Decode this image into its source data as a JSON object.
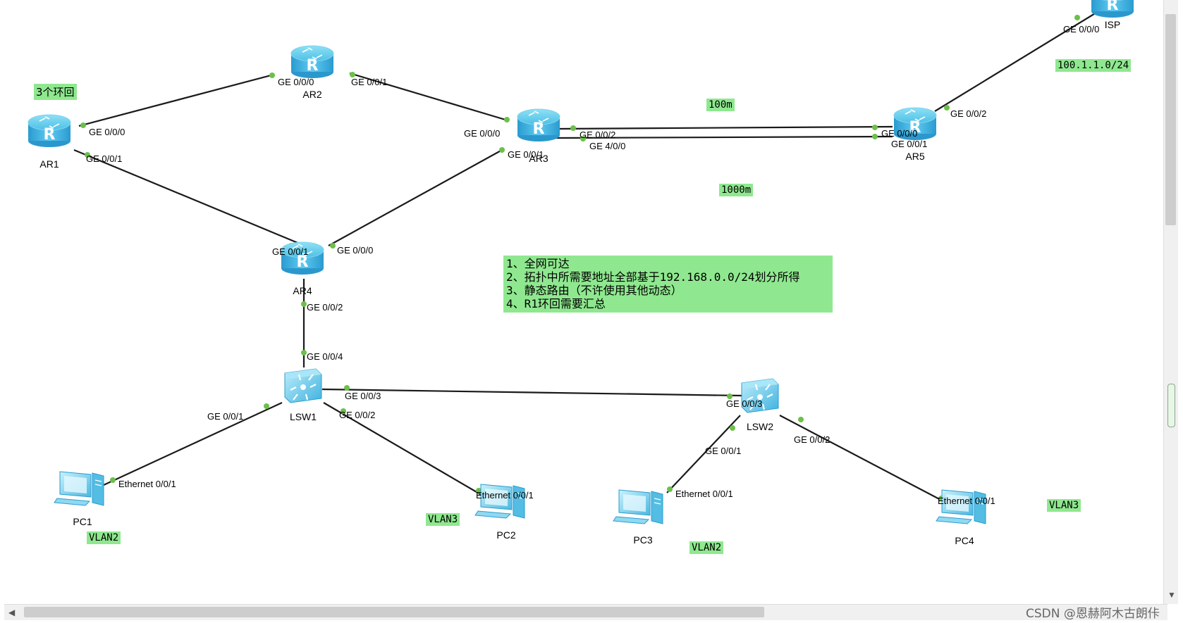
{
  "devices": [
    {
      "id": "ar1",
      "label": "AR1",
      "type": "router"
    },
    {
      "id": "ar2",
      "label": "AR2",
      "type": "router"
    },
    {
      "id": "ar3",
      "label": "AR3",
      "type": "router"
    },
    {
      "id": "ar4",
      "label": "AR4",
      "type": "router"
    },
    {
      "id": "ar5",
      "label": "AR5",
      "type": "router"
    },
    {
      "id": "isp",
      "label": "ISP",
      "type": "router"
    },
    {
      "id": "lsw1",
      "label": "LSW1",
      "type": "switch"
    },
    {
      "id": "lsw2",
      "label": "LSW2",
      "type": "switch"
    },
    {
      "id": "pc1",
      "label": "PC1",
      "type": "pc"
    },
    {
      "id": "pc2",
      "label": "PC2",
      "type": "pc"
    },
    {
      "id": "pc3",
      "label": "PC3",
      "type": "pc"
    },
    {
      "id": "pc4",
      "label": "PC4",
      "type": "pc"
    }
  ],
  "links": [
    {
      "a": "ar1",
      "a_port": "GE 0/0/0",
      "b": "ar2",
      "b_port": "GE 0/0/0"
    },
    {
      "a": "ar2",
      "a_port": "GE 0/0/1",
      "b": "ar3",
      "b_port": "GE 0/0/0"
    },
    {
      "a": "ar1",
      "a_port": "GE 0/0/1",
      "b": "ar4",
      "b_port": "GE 0/0/1"
    },
    {
      "a": "ar4",
      "a_port": "GE 0/0/0",
      "b": "ar3",
      "b_port": "GE 0/0/1"
    },
    {
      "a": "ar3",
      "a_port": "GE 0/0/2",
      "b": "ar5",
      "b_port": "GE 0/0/0"
    },
    {
      "a": "ar3",
      "a_port": "GE 4/0/0",
      "b": "ar5",
      "b_port": "GE 0/0/1"
    },
    {
      "a": "ar5",
      "a_port": "GE 0/0/2",
      "b": "isp",
      "b_port": "GE 0/0/0"
    },
    {
      "a": "ar4",
      "a_port": "GE 0/0/2",
      "b": "lsw1",
      "b_port": "GE 0/0/4"
    },
    {
      "a": "lsw1",
      "a_port": "GE 0/0/3",
      "b": "lsw2",
      "b_port": "GE 0/0/3"
    },
    {
      "a": "lsw1",
      "a_port": "GE 0/0/1",
      "b": "pc1",
      "b_port": "Ethernet 0/0/1"
    },
    {
      "a": "lsw1",
      "a_port": "GE 0/0/2",
      "b": "pc2",
      "b_port": "Ethernet 0/0/1"
    },
    {
      "a": "lsw2",
      "a_port": "GE 0/0/1",
      "b": "pc3",
      "b_port": "Ethernet 0/0/1"
    },
    {
      "a": "lsw2",
      "a_port": "GE 0/0/2",
      "b": "pc4",
      "b_port": "Ethernet 0/0/1"
    }
  ],
  "notes": {
    "loopbacks": "3个环回",
    "isp_net": "100.1.1.0/24",
    "bw_100m": "100m",
    "bw_1000m": "1000m",
    "vlan_pc1": "VLAN2",
    "vlan_pc2": "VLAN3",
    "vlan_pc3": "VLAN2",
    "vlan_pc4": "VLAN3",
    "requirements": [
      "1、全网可达",
      "2、拓扑中所需要地址全部基于192.168.0.0/24划分所得",
      "3、静态路由（不许使用其他动态）",
      "4、R1环回需要汇总"
    ]
  },
  "watermark": "CSDN @恩赫阿木古朗佧",
  "colors": {
    "note_bg": "#8fe88f",
    "port_dot": "#6cc04a",
    "device_blue": "#3aa9d9",
    "link": "#1a1a1a"
  }
}
